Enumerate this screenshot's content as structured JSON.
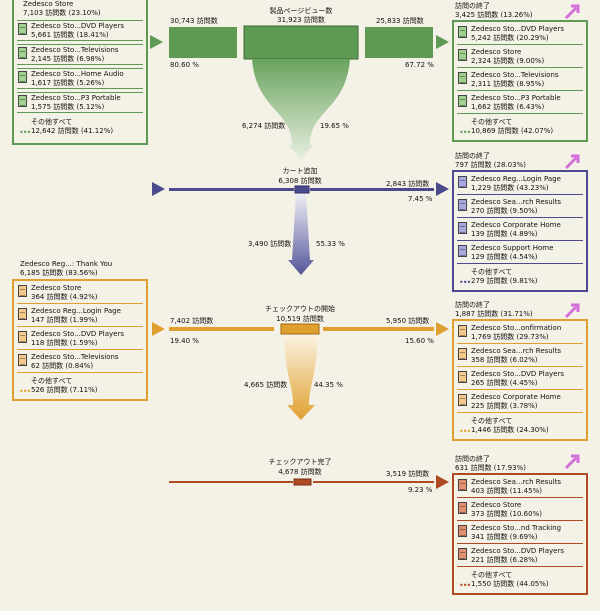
{
  "colors": {
    "green": "#5f9a55",
    "green_dark": "#3b6b33",
    "green_doc": "#9fd08e",
    "blue": "#4a4a8c",
    "blue_dark": "#2d2d66",
    "blue_doc": "#a8a8e0",
    "orange": "#e0a030",
    "orange_dark": "#a06a10",
    "orange_doc": "#f4c98a",
    "red": "#b04a22",
    "red_dark": "#7a2a10",
    "red_doc": "#e09070",
    "pink": "#d36fd8"
  },
  "stage1": {
    "title": "製品ページビュー数",
    "visits": "31,923 訪問数",
    "left_in": "30,743 訪問数",
    "left_pct": "80.60 %",
    "right_out": "25,833 訪問数",
    "right_pct": "67.72 %",
    "down_visits": "6,274 訪問数",
    "down_pct": "19.65 %",
    "sources": [
      {
        "name": "Zedesco Store",
        "value": "7,103 訪問数 (23.10%)"
      },
      {
        "name": "Zedesco Sto...DVD Players",
        "value": "5,661 訪問数 (18.41%)"
      },
      {
        "name": "Zedesco Sto...Televisions",
        "value": "2,145 訪問数 (6.98%)"
      },
      {
        "name": "Zedesco Sto...Home Audio",
        "value": "1,617 訪問数 (5.26%)"
      },
      {
        "name": "Zedesco Sto...P3 Portable",
        "value": "1,575 訪問数 (5.12%)"
      },
      {
        "name": "その他すべて",
        "value": "12,642 訪問数 (41.12%)"
      }
    ],
    "exit_title": "訪問の終了",
    "exit_value": "3,425 訪問数 (13.26%)",
    "exits": [
      {
        "name": "Zedesco Sto...DVD Players",
        "value": "5,242 訪問数 (20.29%)"
      },
      {
        "name": "Zedesco Store",
        "value": "2,324 訪問数 (9.00%)"
      },
      {
        "name": "Zedesco Sto...Televisions",
        "value": "2,311 訪問数 (8.95%)"
      },
      {
        "name": "Zedesco Sto...P3 Portable",
        "value": "1,662 訪問数 (6.43%)"
      },
      {
        "name": "その他すべて",
        "value": "10,869 訪問数 (42.07%)"
      }
    ]
  },
  "stage2": {
    "title": "カート追加",
    "visits": "6,308 訪問数",
    "right_out": "2,843 訪問数",
    "right_pct": "7.45 %",
    "down_visits": "3,490 訪問数",
    "down_pct": "55.33 %",
    "exit_title": "訪問の終了",
    "exit_value": "797 訪問数 (28.03%)",
    "exits": [
      {
        "name": "Zedesco Reg...Login Page",
        "value": "1,229 訪問数 (43.23%)"
      },
      {
        "name": "Zedesco Sea...rch Results",
        "value": "270 訪問数 (9.50%)"
      },
      {
        "name": "Zedesco Corporate Home",
        "value": "139 訪問数 (4.89%)"
      },
      {
        "name": "Zedesco Support Home",
        "value": "129 訪問数 (4.54%)"
      },
      {
        "name": "その他すべて",
        "value": "279 訪問数 (9.81%)"
      }
    ]
  },
  "stage3": {
    "title": "チェックアウトの開始",
    "visits": "10,519 訪問数",
    "left_in": "7,402 訪問数",
    "left_pct": "19.40 %",
    "right_out": "5,950 訪問数",
    "right_pct": "15.60 %",
    "down_visits": "4,665 訪問数",
    "down_pct": "44.35 %",
    "sources": [
      {
        "name": "Zedesco Reg...: Thank You",
        "value": "6,185 訪問数 (83.56%)"
      },
      {
        "name": "Zedesco Store",
        "value": "364 訪問数 (4.92%)"
      },
      {
        "name": "Zedesco Reg...Login Page",
        "value": "147 訪問数 (1.99%)"
      },
      {
        "name": "Zedesco Sto...DVD Players",
        "value": "118 訪問数 (1.59%)"
      },
      {
        "name": "Zedesco Sto...Televisions",
        "value": "62 訪問数 (0.84%)"
      },
      {
        "name": "その他すべて",
        "value": "526 訪問数 (7.11%)"
      }
    ],
    "exit_title": "訪問の終了",
    "exit_value": "1,887 訪問数 (31.71%)",
    "exits": [
      {
        "name": "Zedesco Sto...onfirmation",
        "value": "1,769 訪問数 (29.73%)"
      },
      {
        "name": "Zedesco Sea...rch Results",
        "value": "358 訪問数 (6.02%)"
      },
      {
        "name": "Zedesco Sto...DVD Players",
        "value": "265 訪問数 (4.45%)"
      },
      {
        "name": "Zedesco Corporate Home",
        "value": "225 訪問数 (3.78%)"
      },
      {
        "name": "その他すべて",
        "value": "1,446 訪問数 (24.30%)"
      }
    ]
  },
  "stage4": {
    "title": "チェックアウト完了",
    "visits": "4,678 訪問数",
    "right_out": "3,519 訪問数",
    "right_pct": "9.23 %",
    "exit_title": "訪問の終了",
    "exit_value": "631 訪問数 (17.93%)",
    "exits": [
      {
        "name": "Zedesco Sea...rch Results",
        "value": "403 訪問数 (11.45%)"
      },
      {
        "name": "Zedesco Store",
        "value": "373 訪問数 (10.60%)"
      },
      {
        "name": "Zedesco Sto...nd Tracking",
        "value": "341 訪問数 (9.69%)"
      },
      {
        "name": "Zedesco Sto...DVD Players",
        "value": "221 訪問数 (6.28%)"
      },
      {
        "name": "その他すべて",
        "value": "1,550 訪問数 (44.05%)"
      }
    ]
  }
}
